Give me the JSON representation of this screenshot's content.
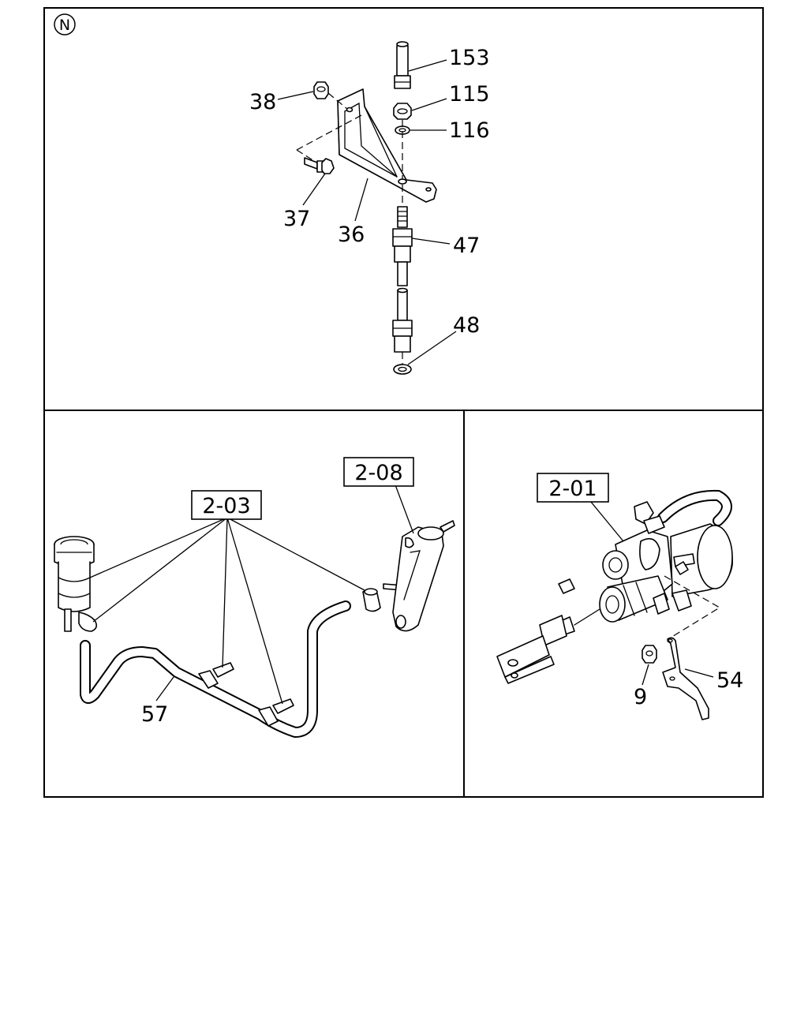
{
  "marker": "N",
  "callouts": {
    "c153": "153",
    "c115": "115",
    "c116": "116",
    "c38": "38",
    "c37": "37",
    "c36": "36",
    "c47": "47",
    "c48": "48",
    "c57": "57",
    "c9": "9",
    "c54": "54"
  },
  "references": {
    "r203": "2-03",
    "r208": "2-08",
    "r201": "2-01"
  }
}
